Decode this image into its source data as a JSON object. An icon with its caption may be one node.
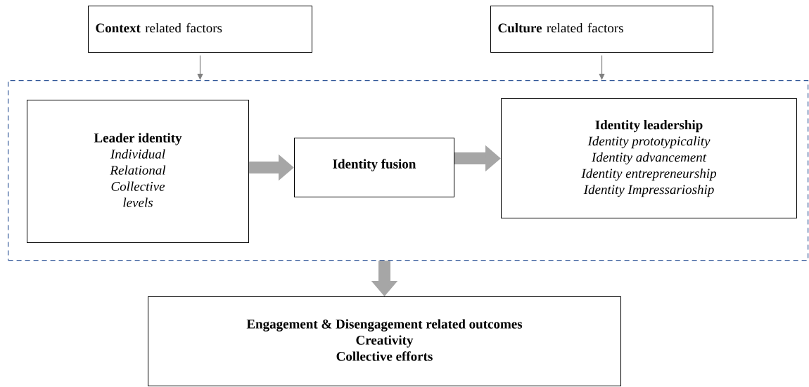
{
  "diagram": {
    "nodes": [
      {
        "text": [
          "**Context** related factors"
        ]
      },
      {
        "text": [
          "**Culture** related factors"
        ]
      },
      {
        "text": [],
        "shape": "box"
      },
      {
        "text": [
          "Leader identity",
          "Individual",
          "Relational",
          "Collective",
          "levels"
        ],
        "in": 2
      },
      {
        "text": [
          "Identity fusion"
        ],
        "in": 2
      },
      {
        "text": [
          "Identity leadership",
          "Identity prototypicality",
          "Identity advancement",
          "Identity entrepreneurship",
          "Identity Impressarioship"
        ],
        "in": 2
      },
      {
        "text": [
          "Engagement & Disengagement related outcomes",
          "Creativity",
          "Collective efforts"
        ]
      }
    ],
    "edges": [
      {
        "from": 0,
        "to": 2,
        "arrow": "to",
        "color": "#808080"
      },
      {
        "from": 1,
        "to": 2,
        "arrow": "to",
        "color": "#808080"
      },
      {
        "from": 3,
        "to": 4,
        "arrow": "to"
      },
      {
        "from": 4,
        "to": 5,
        "arrow": "to"
      },
      {
        "from": 2,
        "to": 6,
        "arrow": "to"
      }
    ]
  }
}
